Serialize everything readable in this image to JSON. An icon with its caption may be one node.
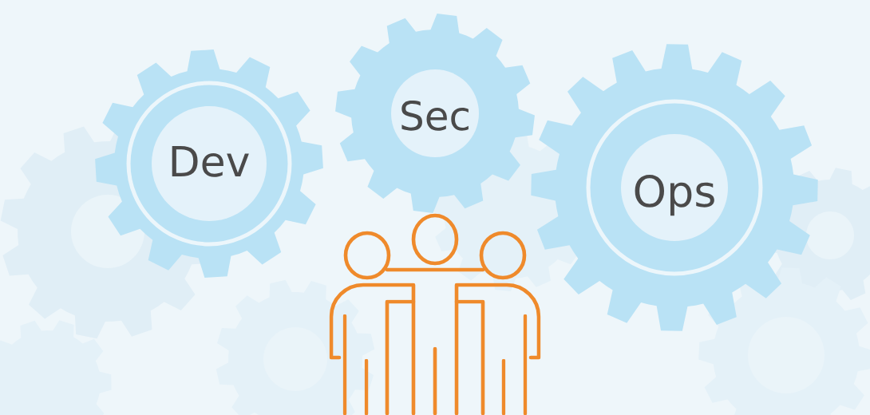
{
  "diagram": {
    "nodes": [
      {
        "text": [
          "Dev"
        ]
      },
      {
        "text": [
          "Sec"
        ]
      },
      {
        "text": [
          "Ops"
        ]
      }
    ]
  }
}
